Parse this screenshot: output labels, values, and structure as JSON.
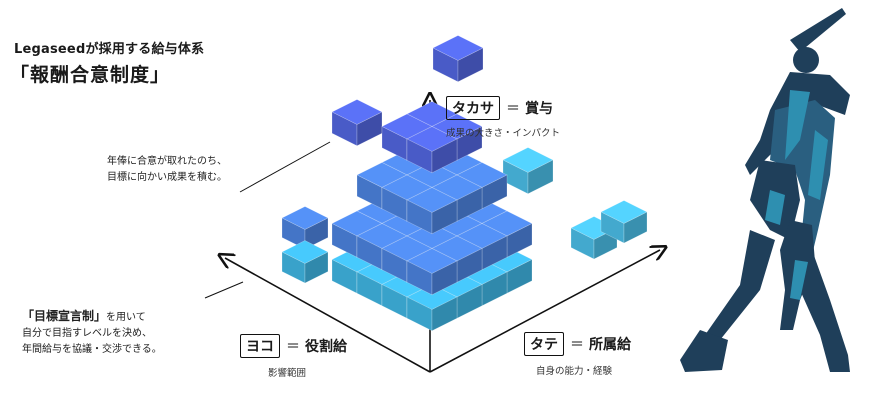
{
  "header": {
    "subtitle": "Legaseedが採用する給与体系",
    "title": "「報酬合意制度」"
  },
  "note_top": {
    "line1": "年俸に合意が取れたのち、",
    "line2": "目標に向かい成果を積む。"
  },
  "note_left": {
    "lead": "「目標宣言制」",
    "lead_suffix": "を用いて",
    "line2": "自分で目指すレベルを決め、",
    "line3": "年間給与を協議・交渉できる。"
  },
  "axes": {
    "vertical": {
      "tag": "タカサ",
      "eq": "＝",
      "name": "賞与",
      "desc": "成果の大きさ・インパクト"
    },
    "left": {
      "tag": "ヨコ",
      "eq": "＝",
      "name": "役割給",
      "desc": "影響範囲"
    },
    "right": {
      "tag": "タテ",
      "eq": "＝",
      "name": "所属給",
      "desc": "自身の能力・経験"
    }
  },
  "colors": {
    "cube_top": "#4f63d8",
    "cube_mid": "#4a7fd8",
    "cube_bottom": "#3eb0dc",
    "cube_outer": "#49b8e0",
    "silhouette_dark": "#1f3f5a",
    "silhouette_light": "#2e8fb0"
  },
  "icons": {
    "figure": "baseball-batter-silhouette"
  }
}
